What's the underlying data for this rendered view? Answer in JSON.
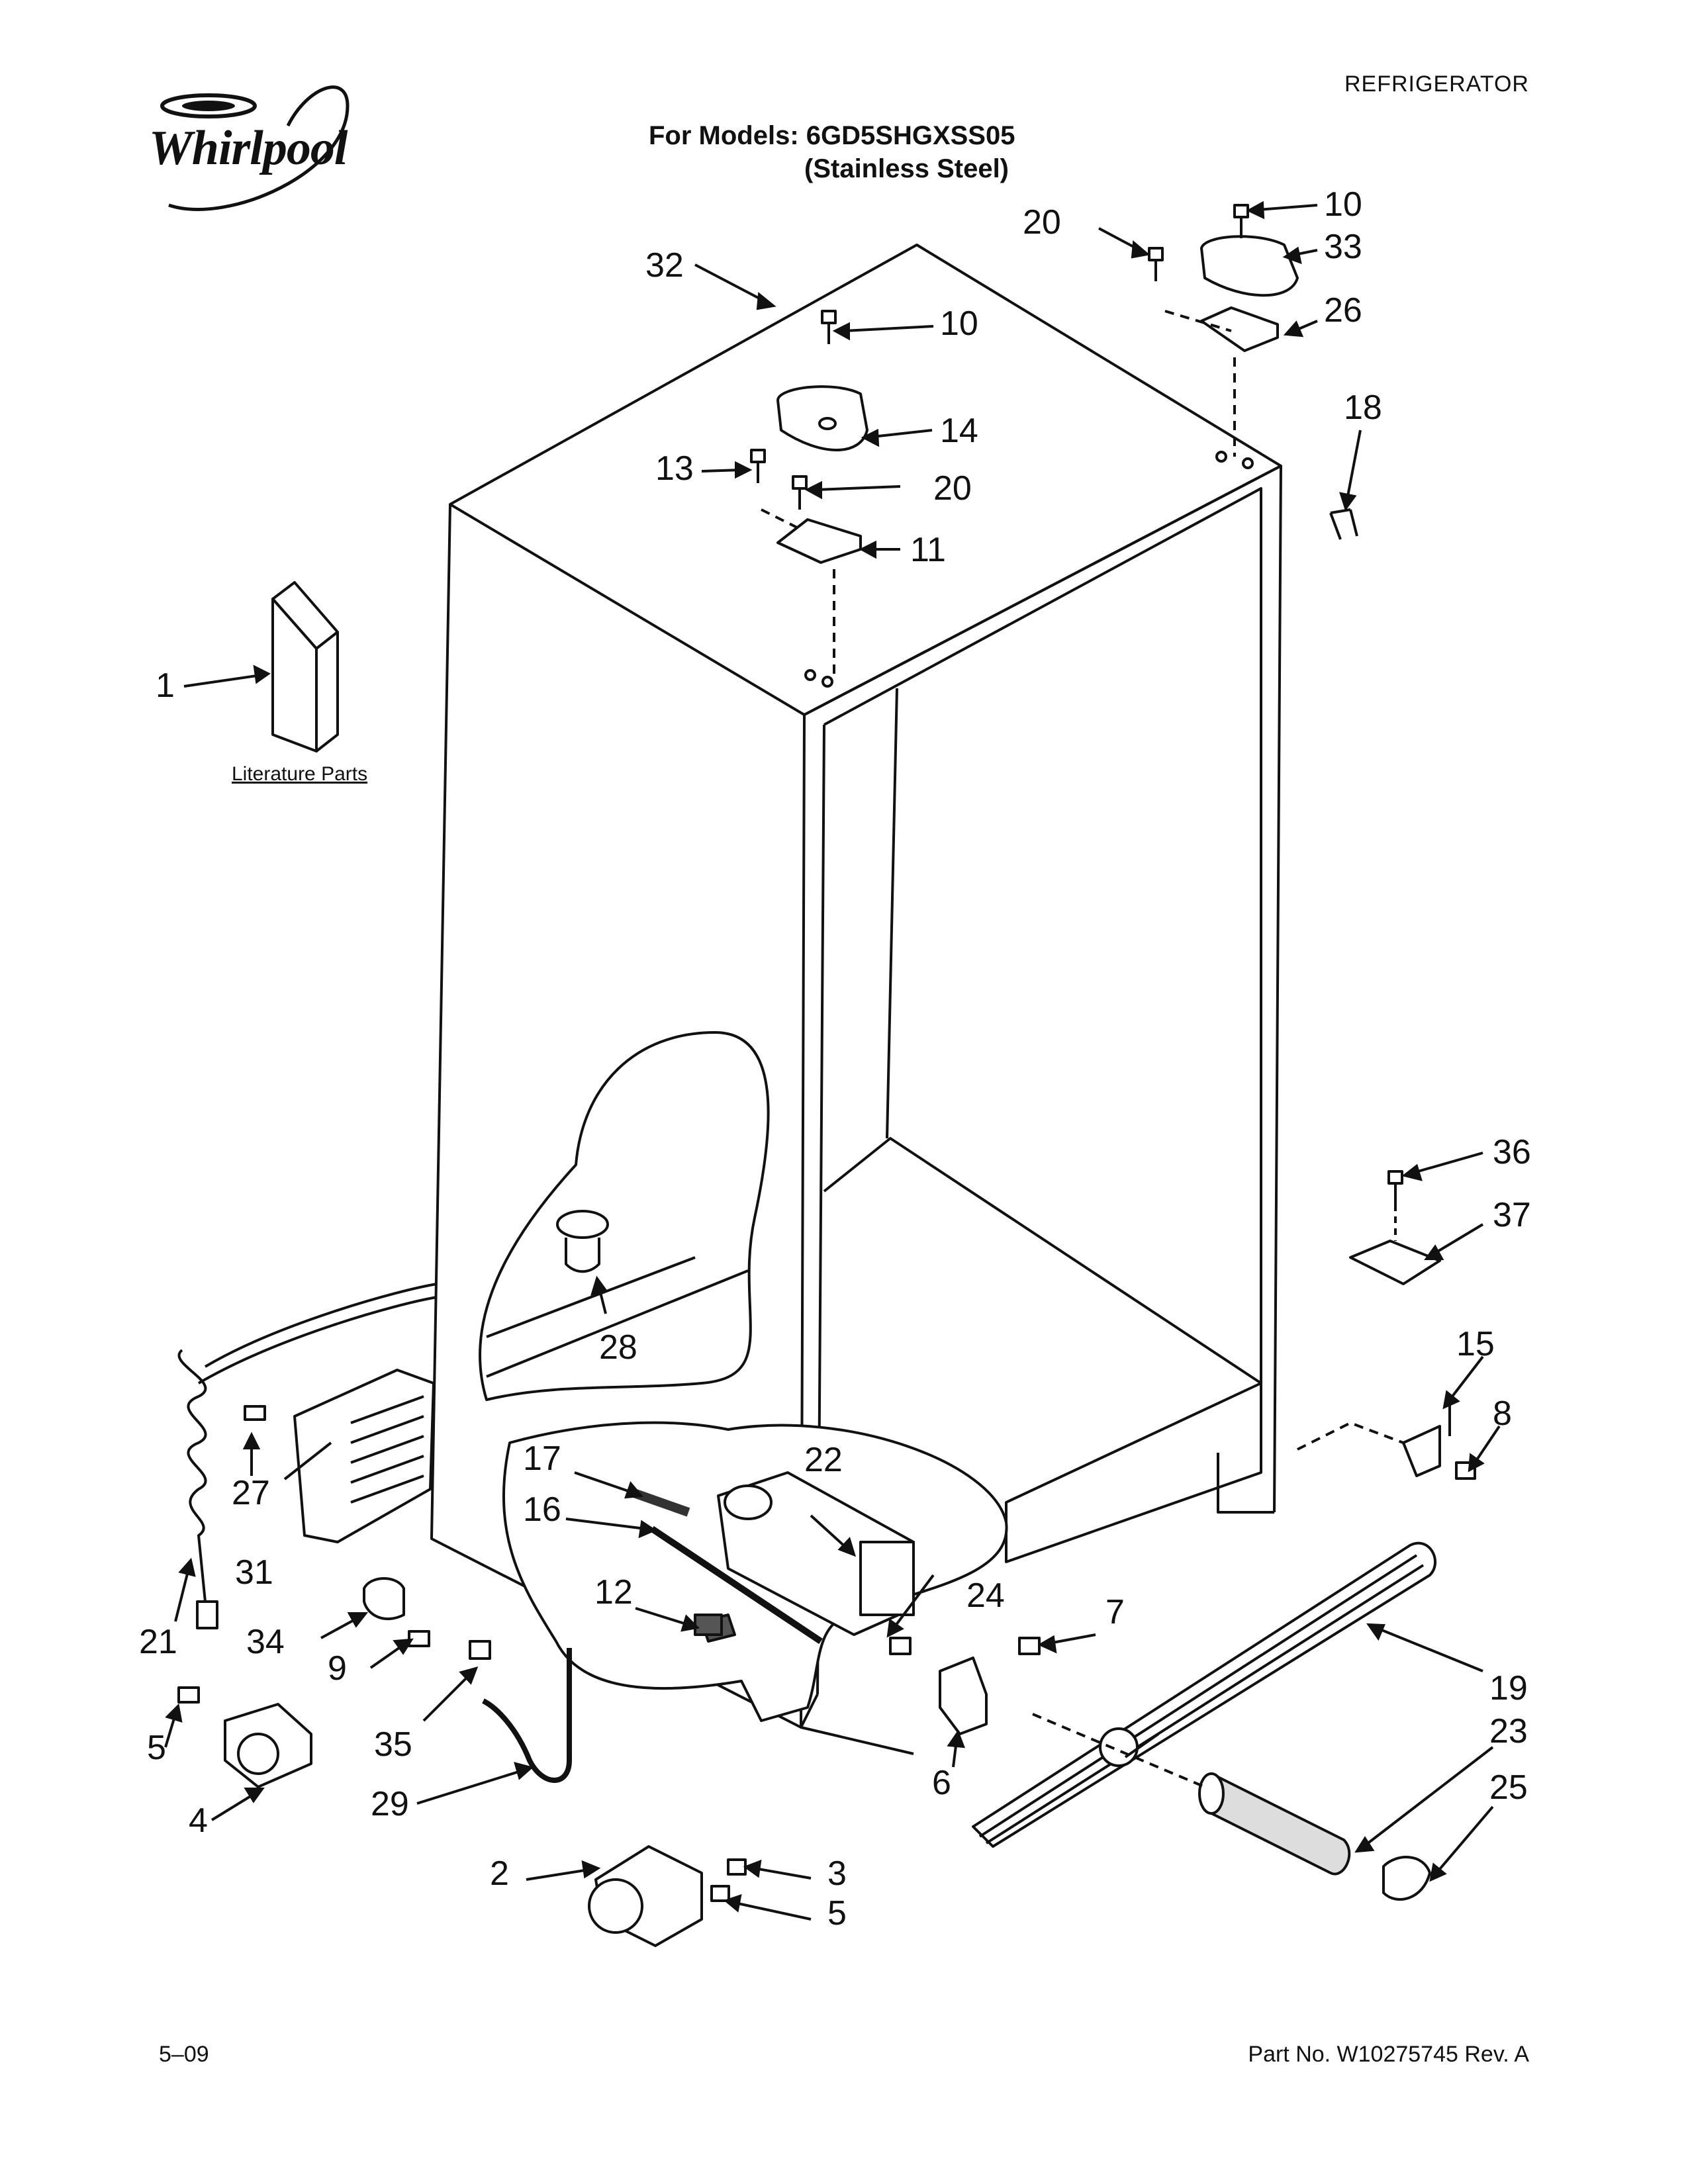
{
  "header": {
    "brand": "Whirlpool",
    "category": "REFRIGERATOR",
    "models_line1": "For Models: 6GD5SHGXSS05",
    "models_line2": "(Stainless Steel)"
  },
  "literature_label": "Literature Parts",
  "footer": {
    "date": "5–09",
    "part_number": "Part No. W10275745 Rev. A"
  },
  "callouts": [
    "1",
    "2",
    "3",
    "4",
    "5",
    "5",
    "6",
    "7",
    "8",
    "9",
    "10",
    "10",
    "11",
    "12",
    "13",
    "14",
    "15",
    "16",
    "17",
    "18",
    "19",
    "20",
    "20",
    "21",
    "22",
    "23",
    "24",
    "25",
    "26",
    "27",
    "28",
    "29",
    "31",
    "32",
    "33",
    "34",
    "35",
    "36",
    "37"
  ],
  "colors": {
    "line": "#111111",
    "background": "#ffffff",
    "part_fill": "#bcbcbc"
  }
}
